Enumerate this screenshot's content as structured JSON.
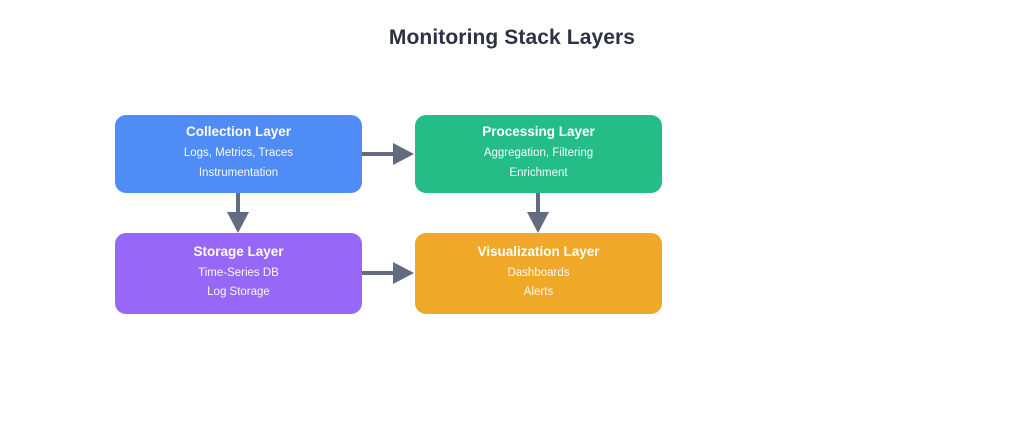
{
  "diagram": {
    "title": "Monitoring Stack Layers",
    "title_color": "#2b3245",
    "background": "#ffffff",
    "connector_color": "#626c7e",
    "nodes": [
      {
        "id": "collection",
        "title": "Collection Layer",
        "lines": [
          "Logs, Metrics, Traces",
          "Instrumentation"
        ],
        "color": "#4f8cf5"
      },
      {
        "id": "processing",
        "title": "Processing Layer",
        "lines": [
          "Aggregation, Filtering",
          "Enrichment"
        ],
        "color": "#24bd88"
      },
      {
        "id": "storage",
        "title": "Storage Layer",
        "lines": [
          "Time-Series DB",
          "Log Storage"
        ],
        "color": "#9768f7"
      },
      {
        "id": "visualization",
        "title": "Visualization Layer",
        "lines": [
          "Dashboards",
          "Alerts"
        ],
        "color": "#f0a829"
      }
    ],
    "connectors": [
      {
        "id": "collection-processing",
        "from": "Collection Layer",
        "to": "Processing Layer",
        "direction": "right"
      },
      {
        "id": "collection-storage",
        "from": "Collection Layer",
        "to": "Storage Layer",
        "direction": "down"
      },
      {
        "id": "processing-visualization",
        "from": "Processing Layer",
        "to": "Visualization Layer",
        "direction": "down"
      },
      {
        "id": "storage-visualization",
        "from": "Storage Layer",
        "to": "Visualization Layer",
        "direction": "right"
      }
    ]
  }
}
